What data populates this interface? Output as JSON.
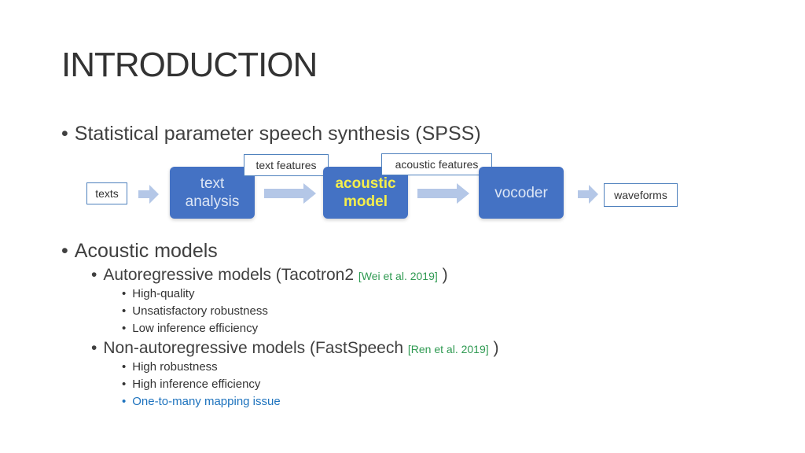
{
  "title": "INTRODUCTION",
  "bullets": {
    "spss": "Statistical parameter speech synthesis (SPSS)",
    "acoustic_models": "Acoustic models",
    "autoregressive": {
      "label": "Autoregressive models (Tacotron2",
      "citation": "[Wei et al. 2019]",
      "close": ")",
      "items": [
        "High-quality",
        "Unsatisfactory robustness",
        "Low inference efficiency"
      ]
    },
    "non_autoregressive": {
      "label": "Non-autoregressive models (FastSpeech",
      "citation": "[Ren et al. 2019]",
      "close": ")",
      "items": [
        "High robustness",
        "High inference efficiency",
        "One-to-many mapping issue"
      ]
    },
    "bullet_glyph": "•"
  },
  "diagram": {
    "input": "texts",
    "text_features": "text features",
    "acoustic_features": "acoustic features",
    "block1": "text analysis",
    "block2": "acoustic model",
    "block3": "vocoder",
    "output": "waveforms"
  },
  "colors": {
    "block_fill": "#4472c4",
    "highlight_text": "#f5ef4b",
    "citation": "#2f9a52",
    "link_blue": "#1e73be",
    "arrow": "#b4c7e7"
  }
}
